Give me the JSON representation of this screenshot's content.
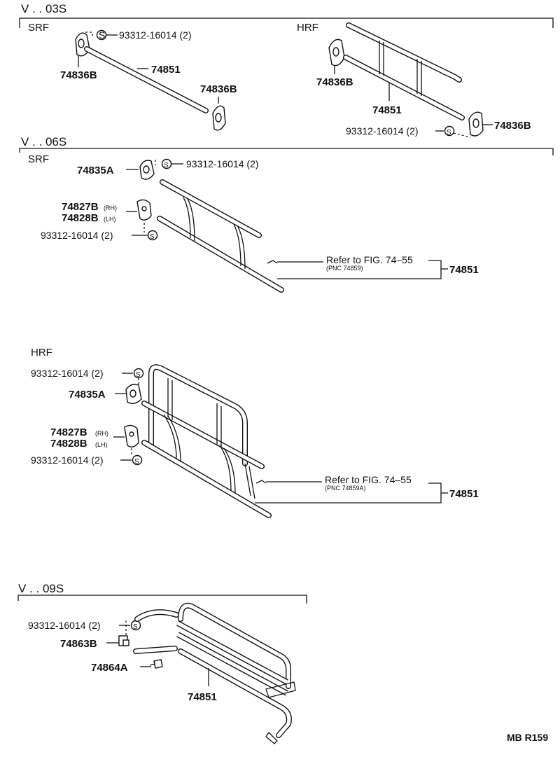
{
  "sections": {
    "v03s": {
      "title": "V . . 03S",
      "srf": "SRF",
      "hrf": "HRF"
    },
    "v06s": {
      "title": "V . . 06S",
      "srf": "SRF",
      "hrf": "HRF"
    },
    "v09s": {
      "title": "V . . 09S"
    }
  },
  "labels": {
    "bolt": "93312-16014 (2)",
    "bolt_b": "93312-16014 (2)",
    "bracket_b": "74836B",
    "bracket_a": "74835A",
    "guard": "74851",
    "hinge_rh": "74827B",
    "hinge_lh": "74828B",
    "rh": "(RH)",
    "lh": "(LH)",
    "s_symbol": "S",
    "bracket_63": "74863B",
    "bolt_64": "74864A"
  },
  "refs": {
    "srf": {
      "text": "Refer to FIG. 74–55",
      "pnc": "(PNC 74859)"
    },
    "hrf": {
      "text": "Refer to FIG. 74–55",
      "pnc": "(PNC 74859A)"
    }
  },
  "footer": {
    "code": "MB R159"
  }
}
